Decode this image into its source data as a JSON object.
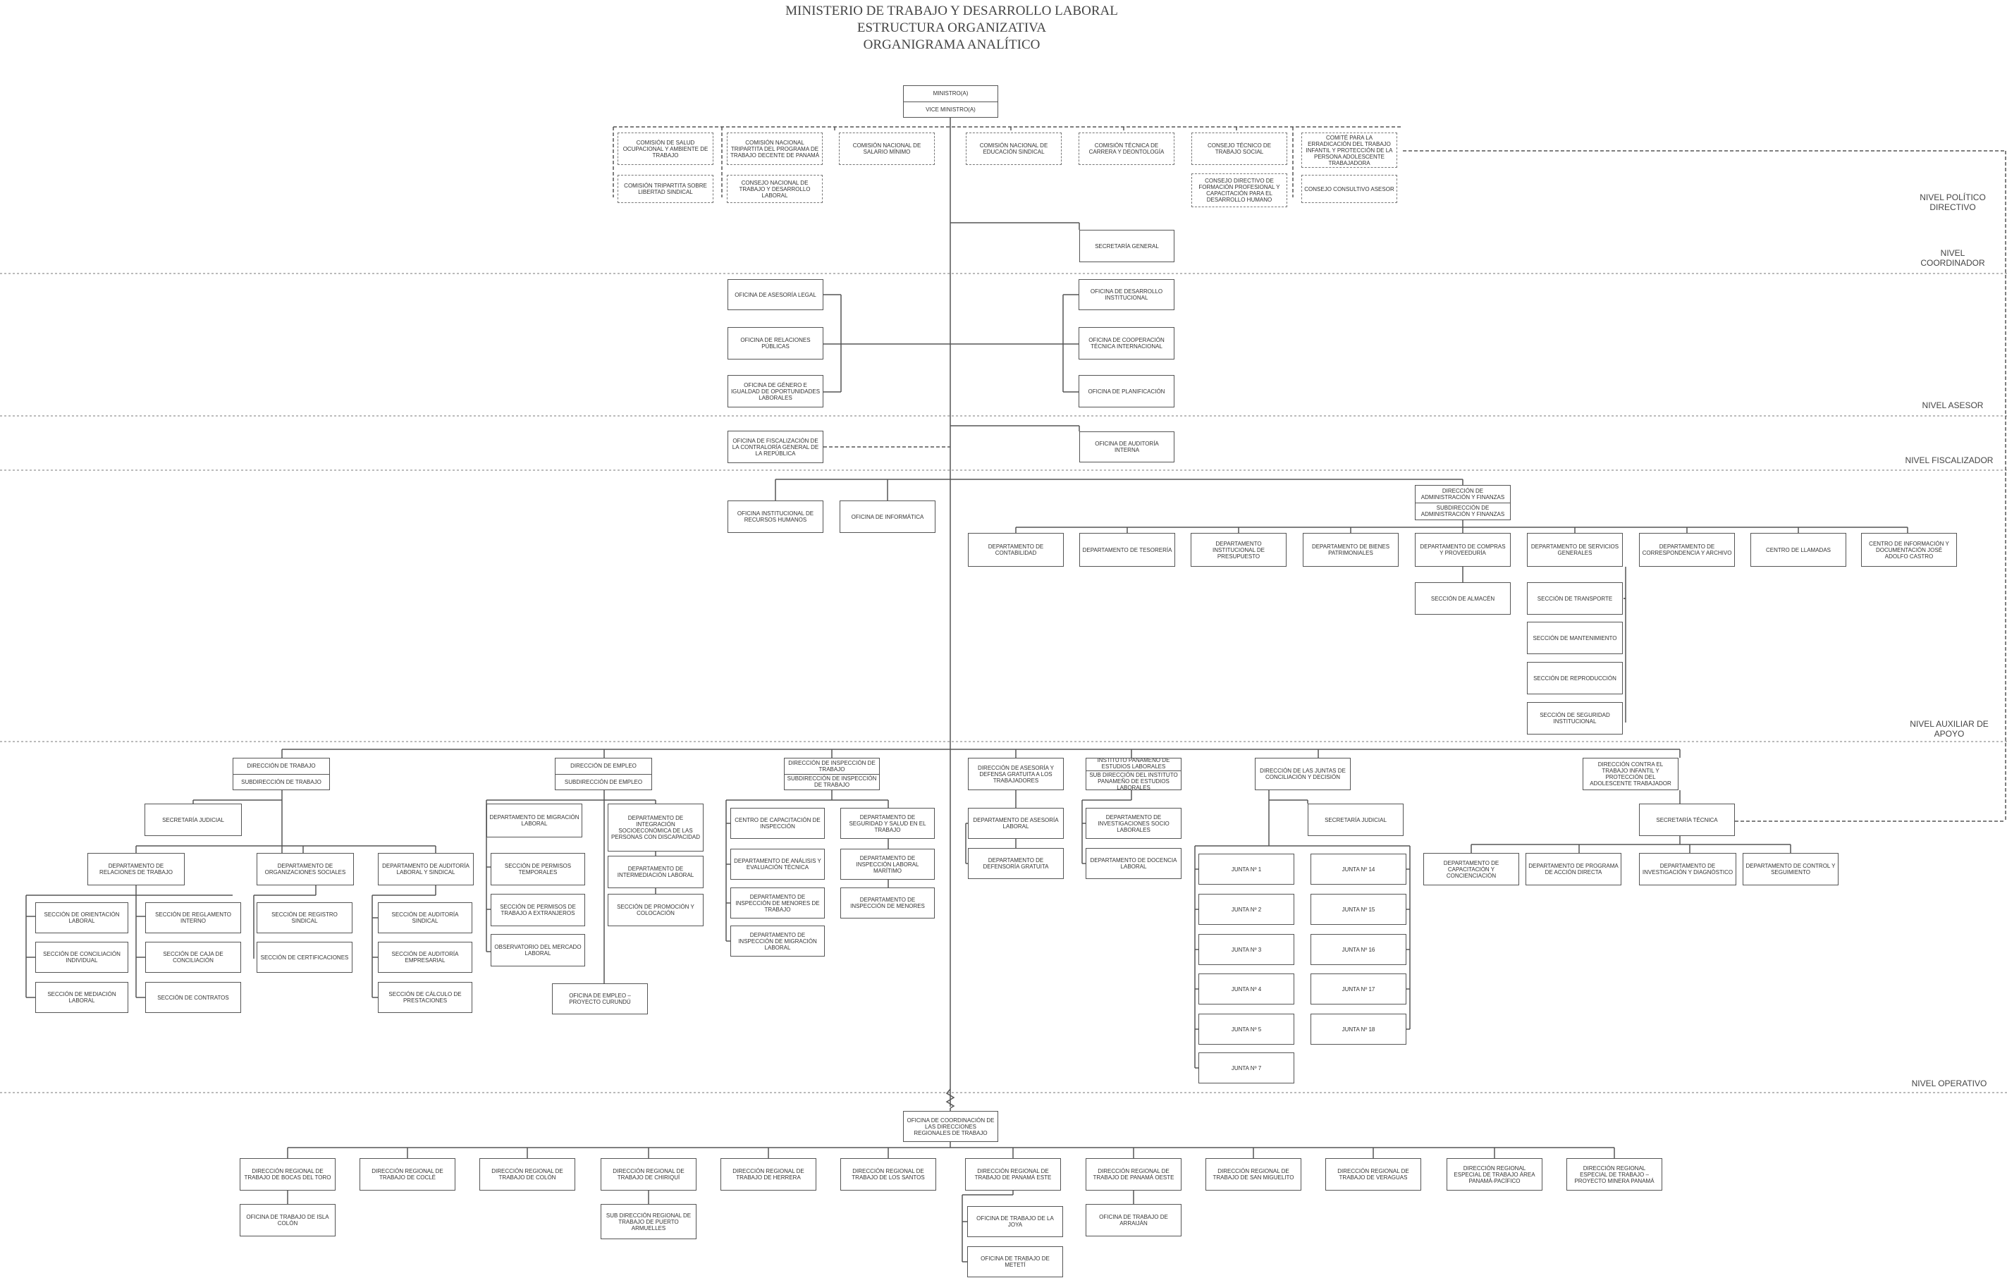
{
  "title": {
    "line1": "MINISTERIO DE TRABAJO Y DESARROLLO LABORAL",
    "line2": "ESTRUCTURA ORGANIZATIVA",
    "line3": "ORGANIGRAMA ANALÍTICO"
  },
  "levels": {
    "politico": [
      "NIVEL POLÍTICO",
      "DIRECTIVO"
    ],
    "coordinador": [
      "NIVEL",
      "COORDINADOR"
    ],
    "asesor": [
      "NIVEL ASESOR"
    ],
    "fiscalizador": [
      "NIVEL FISCALIZADOR"
    ],
    "auxiliar": [
      "NIVEL AUXILIAR DE",
      "APOYO"
    ],
    "operativo": [
      "NIVEL OPERATIVO"
    ]
  },
  "top": {
    "ministro": "MINISTRO(A)",
    "viceministro": "VICE MINISTRO(A)"
  },
  "consejos": {
    "c1": "COMISIÓN DE SALUD OCUPACIONAL Y AMBIENTE DE TRABAJO",
    "c2": "COMISIÓN TRIPARTITA SOBRE LIBERTAD SINDICAL",
    "c3": "COMISIÓN NACIONAL TRIPARTITA DEL PROGRAMA DE TRABAJO DECENTE DE PANAMÁ",
    "c4": "CONSEJO NACIONAL DE TRABAJO Y DESARROLLO LABORAL",
    "c5": "COMISIÓN NACIONAL DE SALARIO MÍNIMO",
    "c6": "COMISIÓN NACIONAL DE EDUCACIÓN SINDICAL",
    "c7": "COMISIÓN TÉCNICA DE CARRERA Y DEONTOLOGÍA",
    "c8": "CONSEJO TÉCNICO DE TRABAJO SOCIAL",
    "c9": "CONSEJO DIRECTIVO DE FORMACIÓN PROFESIONAL Y CAPACITACIÓN PARA EL DESARROLLO HUMANO",
    "c10": "COMITÉ PARA LA ERRADICACIÓN DEL TRABAJO INFANTIL Y PROTECCIÓN DE LA PERSONA ADOLESCENTE TRABAJADORA",
    "c11": "CONSEJO CONSULTIVO ASESOR"
  },
  "coordinador": {
    "secretaria_general": "SECRETARÍA GENERAL"
  },
  "asesor": {
    "asesoria_legal": "OFICINA DE ASESORÍA LEGAL",
    "relaciones_publicas": "OFICINA DE RELACIONES PÚBLICAS",
    "genero": "OFICINA DE GÉNERO E IGUALDAD DE OPORTUNIDADES LABORALES",
    "desarrollo_institucional": "OFICINA DE DESARROLLO INSTITUCIONAL",
    "cooperacion_tecnica": "OFICINA DE COOPERACIÓN TÉCNICA INTERNACIONAL",
    "planificacion": "OFICINA DE PLANIFICACIÓN"
  },
  "fiscalizador": {
    "contraloria": "OFICINA DE FISCALIZACIÓN DE LA CONTRALORÍA GENERAL DE LA REPÚBLICA",
    "auditoria_interna": "OFICINA DE AUDITORÍA INTERNA"
  },
  "apoyo": {
    "rrhh": "OFICINA INSTITUCIONAL DE RECURSOS HUMANOS",
    "informatica": "OFICINA DE INFORMÁTICA",
    "admin_title": "DIRECCIÓN DE ADMINISTRACIÓN Y FINANZAS",
    "admin_sub": "SUBDIRECCIÓN DE ADMINISTRACIÓN Y FINANZAS",
    "contabilidad": "DEPARTAMENTO DE CONTABILIDAD",
    "tesoreria": "DEPARTAMENTO DE TESORERÍA",
    "presupuesto": "DEPARTAMENTO INSTITUCIONAL DE PRESUPUESTO",
    "bienes": "DEPARTAMENTO DE BIENES PATRIMONIALES",
    "compras": "DEPARTAMENTO DE COMPRAS Y PROVEEDURÍA",
    "almacen": "SECCIÓN DE ALMACÉN",
    "servicios_generales": "DEPARTAMENTO DE SERVICIOS GENERALES",
    "transporte": "SECCIÓN DE TRANSPORTE",
    "mantenimiento": "SECCIÓN DE MANTENIMIENTO",
    "reproduccion": "SECCIÓN DE REPRODUCCIÓN",
    "seguridad": "SECCIÓN DE SEGURIDAD INSTITUCIONAL",
    "correspondencia": "DEPARTAMENTO DE CORRESPONDENCIA Y ARCHIVO",
    "llamadas": "CENTRO DE LLAMADAS",
    "centro_info": "CENTRO DE INFORMACIÓN Y DOCUMENTACIÓN JOSÉ ADOLFO CASTRO"
  },
  "trabajo": {
    "title": "DIRECCIÓN DE TRABAJO",
    "sub": "SUBDIRECCIÓN DE TRABAJO",
    "secretaria_judicial": "SECRETARÍA JUDICIAL",
    "relaciones": "DEPARTAMENTO DE RELACIONES DE TRABAJO",
    "orientacion": "SECCIÓN DE ORIENTACIÓN LABORAL",
    "conciliacion": "SECCIÓN DE CONCILIACIÓN INDIVIDUAL",
    "mediacion": "SECCIÓN DE MEDIACIÓN LABORAL",
    "reglamento": "SECCIÓN DE REGLAMENTO INTERNO",
    "caja": "SECCIÓN DE CAJA DE CONCILIACIÓN",
    "contratos": "SECCIÓN DE CONTRATOS",
    "organizaciones": "DEPARTAMENTO DE ORGANIZACIONES SOCIALES",
    "registro_sindical": "SECCIÓN DE REGISTRO SINDICAL",
    "certificaciones": "SECCIÓN DE CERTIFICACIONES",
    "auditoria_dept": "DEPARTAMENTO DE AUDITORÍA LABORAL Y SINDICAL",
    "auditoria_sindical": "SECCIÓN DE AUDITORÍA SINDICAL",
    "auditoria_empresarial": "SECCIÓN DE AUDITORÍA EMPRESARIAL",
    "calculo": "SECCIÓN DE CÁLCULO DE PRESTACIONES"
  },
  "empleo": {
    "title": "DIRECCIÓN DE EMPLEO",
    "sub": "SUBDIRECCIÓN DE EMPLEO",
    "migracion": "DEPARTAMENTO DE MIGRACIÓN LABORAL",
    "permisos_temporales": "SECCIÓN DE PERMISOS TEMPORALES",
    "permisos_extranjeros": "SECCIÓN DE PERMISOS DE TRABAJO A EXTRANJEROS",
    "observatorio": "OBSERVATORIO DEL MERCADO LABORAL",
    "integracion": "DEPARTAMENTO DE INTEGRACIÓN SOCIOECONÓMICA DE LAS PERSONAS CON DISCAPACIDAD",
    "intermediacion": "DEPARTAMENTO DE INTERMEDIACIÓN LABORAL",
    "promocion": "SECCIÓN DE PROMOCIÓN Y COLOCACIÓN",
    "empleo_curundu": "OFICINA DE EMPLEO – PROYECTO CURUNDÚ"
  },
  "inspeccion": {
    "title": "DIRECCIÓN DE INSPECCIÓN DE TRABAJO",
    "sub": "SUBDIRECCIÓN DE INSPECCIÓN DE TRABAJO",
    "centro_capacitacion": "CENTRO DE CAPACITACIÓN DE INSPECCIÓN",
    "analisis": "DEPARTAMENTO DE ANÁLISIS Y EVALUACIÓN TÉCNICA",
    "menores_trabajo": "DEPARTAMENTO DE INSPECCIÓN DE MENORES DE TRABAJO",
    "migracion": "DEPARTAMENTO DE INSPECCIÓN DE MIGRACIÓN LABORAL",
    "seguridad_salud": "DEPARTAMENTO DE SEGURIDAD Y SALUD EN EL TRABAJO",
    "maritimo": "DEPARTAMENTO DE INSPECCIÓN LABORAL MARÍTIMO",
    "menores": "DEPARTAMENTO DE INSPECCIÓN DE MENORES"
  },
  "asesoria": {
    "title": "DIRECCIÓN DE ASESORÍA Y DEFENSA GRATUITA A LOS TRABAJADORES",
    "asesoria_laboral": "DEPARTAMENTO DE ASESORÍA LABORAL",
    "defensoria": "DEPARTAMENTO DE DEFENSORÍA GRATUITA"
  },
  "instituto": {
    "title": "INSTITUTO PANAMEÑO DE ESTUDIOS LABORALES",
    "sub": "SUB DIRECCIÓN DEL INSTITUTO PANAMEÑO DE ESTUDIOS LABORALES",
    "investigaciones": "DEPARTAMENTO DE INVESTIGACIONES SOCIO LABORALES",
    "docencia": "DEPARTAMENTO DE DOCENCIA LABORAL"
  },
  "juntas": {
    "title": "DIRECCIÓN DE LAS JUNTAS DE CONCILIACIÓN Y DECISIÓN",
    "secretaria": "SECRETARÍA JUDICIAL",
    "left": [
      "JUNTA Nº 1",
      "JUNTA Nº 2",
      "JUNTA Nº 3",
      "JUNTA Nº 4",
      "JUNTA Nº 5",
      "JUNTA Nº 7"
    ],
    "right": [
      "JUNTA Nº 14",
      "JUNTA Nº 15",
      "JUNTA Nº 16",
      "JUNTA Nº 17",
      "JUNTA Nº 18"
    ]
  },
  "infantil": {
    "title": "DIRECCIÓN CONTRA EL TRABAJO INFANTIL Y PROTECCIÓN DEL ADOLESCENTE TRABAJADOR",
    "secretaria_tecnica": "SECRETARÍA TÉCNICA",
    "capacitacion": "DEPARTAMENTO DE CAPACITACIÓN Y CONCIENCIACIÓN",
    "accion_directa": "DEPARTAMENTO DE PROGRAMA DE ACCIÓN DIRECTA",
    "investigacion": "DEPARTAMENTO DE INVESTIGACIÓN Y DIAGNÓSTICO",
    "control": "DEPARTAMENTO DE CONTROL Y SEGUIMIENTO"
  },
  "regional": {
    "coordinacion": "OFICINA DE COORDINACIÓN DE LAS DIRECCIONES REGIONALES DE TRABAJO",
    "bocas": "DIRECCIÓN REGIONAL DE TRABAJO DE BOCAS DEL TORO",
    "isla_colon": "OFICINA DE TRABAJO DE ISLA COLÓN",
    "cocle": "DIRECCIÓN REGIONAL DE TRABAJO DE COCLÉ",
    "colon": "DIRECCIÓN REGIONAL DE TRABAJO DE COLÓN",
    "chiriqui": "DIRECCIÓN REGIONAL DE TRABAJO DE CHIRIQUÍ",
    "puerto_armuelles": "SUB DIRECCIÓN REGIONAL DE TRABAJO DE PUERTO ARMUELLES",
    "herrera": "DIRECCIÓN REGIONAL DE TRABAJO DE HERRERA",
    "los_santos": "DIRECCIÓN REGIONAL DE TRABAJO DE LOS SANTOS",
    "panama_este": "DIRECCIÓN REGIONAL DE TRABAJO DE PANAMÁ ESTE",
    "la_joya": "OFICINA DE TRABAJO DE LA JOYA",
    "meteti": "OFICINA DE TRABAJO DE METETÍ",
    "panama_oeste": "DIRECCIÓN REGIONAL DE TRABAJO DE PANAMÁ OESTE",
    "arraijan": "OFICINA DE TRABAJO DE ARRAIJÁN",
    "san_miguelito": "DIRECCIÓN REGIONAL DE TRABAJO DE SAN MIGUELITO",
    "veraguas": "DIRECCIÓN REGIONAL DE TRABAJO DE VERAGUAS",
    "panama_pacifico": "DIRECCIÓN REGIONAL ESPECIAL DE TRABAJO ÁREA PANAMÁ-PACÍFICO",
    "minera": "DIRECCIÓN REGIONAL ESPECIAL DE TRABAJO – PROYECTO MINERA PANAMÁ"
  }
}
